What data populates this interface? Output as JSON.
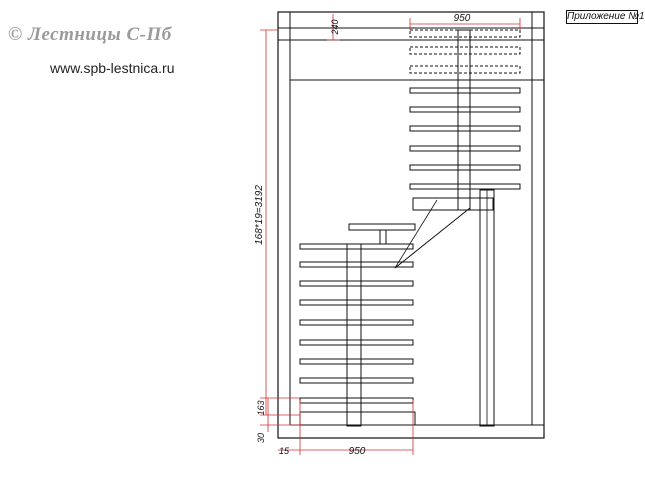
{
  "watermark": {
    "title": "© Лестницы С-Пб",
    "url": "www.spb-lestnica.ru"
  },
  "appendix_label": "Приложение №1",
  "dimensions": {
    "top_width": "950",
    "top_offset": "240",
    "total_height": "168*19=3192",
    "bottom_step": "163",
    "bottom_offset": "30",
    "bottom_left": "15",
    "bottom_width": "950"
  },
  "colors": {
    "dimension": "#d03030",
    "line": "#111111",
    "watermark": "#9a9a9a"
  }
}
